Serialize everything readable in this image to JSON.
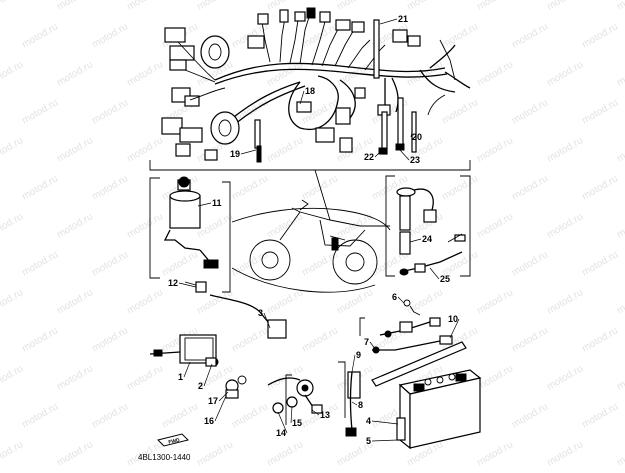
{
  "diagram": {
    "watermark": "motod.ru",
    "part_code": "4BL1300-1440",
    "fwd_label": "FWD",
    "callouts": [
      {
        "id": "c1",
        "text": "1"
      },
      {
        "id": "c2",
        "text": "2"
      },
      {
        "id": "c3",
        "text": "3"
      },
      {
        "id": "c4",
        "text": "4"
      },
      {
        "id": "c5",
        "text": "5"
      },
      {
        "id": "c6",
        "text": "6"
      },
      {
        "id": "c7",
        "text": "7"
      },
      {
        "id": "c8",
        "text": "8"
      },
      {
        "id": "c9",
        "text": "9"
      },
      {
        "id": "c10",
        "text": "10"
      },
      {
        "id": "c11",
        "text": "11"
      },
      {
        "id": "c12",
        "text": "12"
      },
      {
        "id": "c13",
        "text": "13"
      },
      {
        "id": "c14",
        "text": "14"
      },
      {
        "id": "c15",
        "text": "15"
      },
      {
        "id": "c16",
        "text": "16"
      },
      {
        "id": "c17",
        "text": "17"
      },
      {
        "id": "c18",
        "text": "18"
      },
      {
        "id": "c19",
        "text": "19"
      },
      {
        "id": "c20",
        "text": "20"
      },
      {
        "id": "c21",
        "text": "21"
      },
      {
        "id": "c22",
        "text": "22"
      },
      {
        "id": "c23",
        "text": "23"
      },
      {
        "id": "c24",
        "text": "24"
      },
      {
        "id": "c25",
        "text": "25"
      }
    ]
  }
}
